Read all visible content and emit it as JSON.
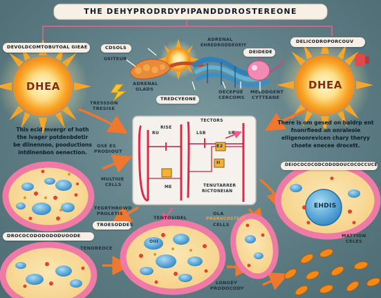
{
  "title": "THE DEHYPRODRDYPIPANDDDROSTEREONE",
  "suns": {
    "left": "DHEA",
    "right": "DHEA"
  },
  "labels": {
    "top_left": "DEVOLDCOMTOBUTOAL GIEAE",
    "top_right": "DELICODROPORCOUV",
    "adrenal_top": "ADRENAL",
    "adrenal_sub": "EHREDRODDEOEIY",
    "cdsols": "CDSOLS",
    "geiteur": "GEITEUR",
    "adrenal_glands_1": "ADRENAL",
    "adrenal_glands_2": "GLADS",
    "deicede": "DEIDEDE",
    "tressson_1": "TRESSSON",
    "tressson_2": "TRESISE",
    "tredcyeone": "TREDCYEONE",
    "oecepue_1": "OECEPUE",
    "oecepue_2": "CERCOMS",
    "melodgent_1": "MELODGENT",
    "melodgent_2": "CYTTEANE",
    "ose_1": "OSE ES",
    "ose_2": "PRODIOUT",
    "multiuie_1": "MULTIUE",
    "multiuie_2": "CELLS",
    "tegrthrowd_1": "TEGRTHROWD",
    "tegrthrowd_2": "PROLETIS",
    "troesoddes": "TROESODDES",
    "bottom_left": "DROCOCODODODODUOODE",
    "tenoreoce": "TENOREOCE",
    "tentosidel": "TENTOSIDEL",
    "ola_1": "OLA",
    "ola_2": "PRGRUCOSTEIIC",
    "ola_3": "CELLS",
    "right_mid": "DEIOCOCOCODCODODOUCOCOCCUCE",
    "mattion_1": "MATTION",
    "mattion_2": "CELES",
    "longey_1": "LONGEY",
    "longey_2": "PRODOCODY",
    "cell_label": "EHDIS",
    "cell_label_2": "OIII"
  },
  "graph": {
    "tectors": "TECTORS",
    "rise": "RISE",
    "ru": "RU",
    "lsb": "LSB",
    "me": "ME",
    "tenutarrer_1": "TENUTARRER",
    "tenutarrer_2": "RICTONEIAN",
    "sr": "SR",
    "mark_a": "E2",
    "mark_b": "II"
  },
  "paragraphs": {
    "left": [
      "This ecid mvergr of hoth",
      "the lvager potdenbdetir",
      "be dlinennoo, pooductions",
      "intdinenbon oenection."
    ],
    "right": [
      "There is om gesed on baldrp ent",
      "fnonrfieed an onraleoie",
      "elligenonrevicen chary theryy",
      "choete enecee drocett."
    ]
  },
  "colors": {
    "background": "#5f7f86",
    "title_bar": "#f8efe5",
    "sun": "#f7a224",
    "cell_membrane": "#f07aa6",
    "cytoplasm": "#f7d99a",
    "nucleus": "#4ea3d6",
    "arrow": "#f0772e",
    "graph_line": "#e0294a"
  }
}
